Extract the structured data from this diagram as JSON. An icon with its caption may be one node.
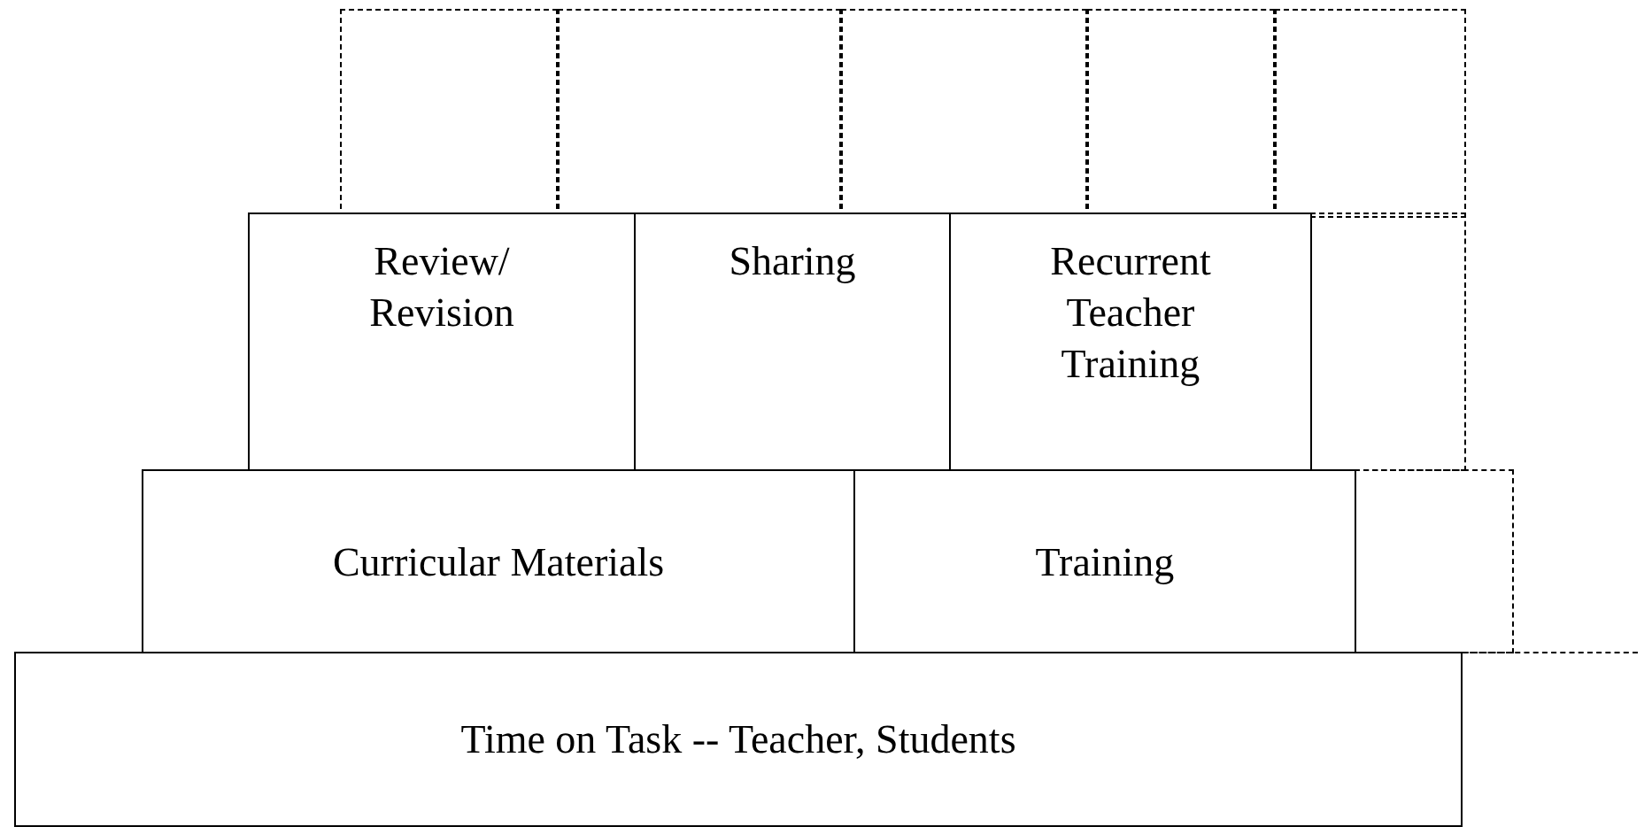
{
  "diagram": {
    "nodes": [
      {
        "text": [],
        "shape": "box"
      },
      {
        "text": [],
        "shape": "box"
      },
      {
        "text": [],
        "shape": "box"
      },
      {
        "text": [],
        "shape": "box"
      },
      {
        "text": [],
        "shape": "box"
      },
      {
        "text": [
          "Review/ Revision"
        ]
      },
      {
        "text": [
          "Sharing"
        ]
      },
      {
        "text": [
          "Recurrent Teacher Training"
        ]
      },
      {
        "text": [],
        "shape": "box"
      },
      {
        "text": [
          "Curricular Materials"
        ]
      },
      {
        "text": [
          "Training"
        ]
      },
      {
        "text": [],
        "shape": "box"
      },
      {
        "text": [
          "Time on Task -- Teacher, Students"
        ]
      },
      {
        "text": [],
        "shape": "box"
      }
    ]
  }
}
